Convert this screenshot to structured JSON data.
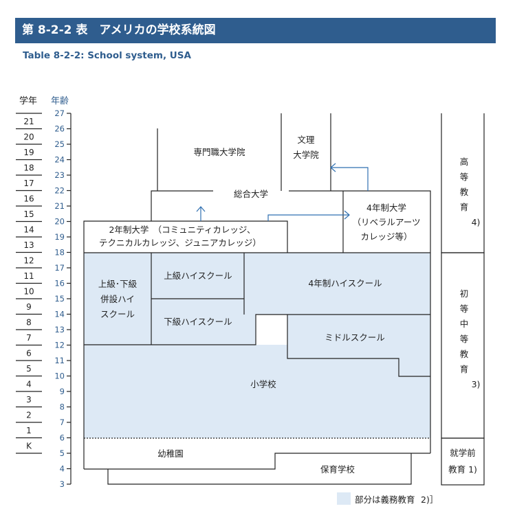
{
  "title": "第 8-2-2 表　アメリカの学校系統図",
  "subtitle": "Table 8-2-2: School system, USA",
  "headers": {
    "grade": "学年",
    "age": "年齢"
  },
  "grades": [
    "21",
    "20",
    "19",
    "18",
    "17",
    "16",
    "15",
    "14",
    "13",
    "12",
    "11",
    "10",
    "9",
    "8",
    "7",
    "6",
    "5",
    "4",
    "3",
    "2",
    "1",
    "K"
  ],
  "ages": [
    "27",
    "26",
    "25",
    "24",
    "23",
    "22",
    "21",
    "20",
    "19",
    "18",
    "17",
    "16",
    "15",
    "14",
    "13",
    "12",
    "11",
    "10",
    "9",
    "8",
    "7",
    "6",
    "5",
    "4",
    "3"
  ],
  "schools": {
    "professional_grad": "専門職大学院",
    "arts_sciences_grad_1": "文理",
    "arts_sciences_grad_2": "大学院",
    "university": "総合大学",
    "four_year_college_1": "4年制大学",
    "four_year_college_2": "（リベラルアーツ",
    "four_year_college_3": "カレッジ等）",
    "two_year_college_1": "2年制大学　（コミュニティカレッジ、",
    "two_year_college_2": "テクニカルカレッジ、ジュニアカレッジ）",
    "combined_hs_1": "上級･下級",
    "combined_hs_2": "併設ハイ",
    "combined_hs_3": "スクール",
    "senior_hs": "上級ハイスクール",
    "junior_hs": "下級ハイスクール",
    "four_year_hs": "4年制ハイスクール",
    "middle_school": "ミドルスクール",
    "elementary": "小学校",
    "kindergarten": "幼稚園",
    "nursery": "保育学校"
  },
  "stages": {
    "higher_1": "高",
    "higher_2": "等",
    "higher_3": "教",
    "higher_4": "育",
    "higher_note": "4)",
    "secondary_1": "初",
    "secondary_2": "等",
    "secondary_3": "中",
    "secondary_4": "等",
    "secondary_5": "教",
    "secondary_6": "育",
    "secondary_note": "3)",
    "preschool_1": "就学前",
    "preschool_2": "教育 1)"
  },
  "legend": {
    "open": "［",
    "text": "部分は義務教育",
    "note": "2)］",
    "fill_color": "#dde9f5"
  },
  "colors": {
    "title_bg": "#2f5d8e",
    "compulsory": "#dde9f5"
  }
}
